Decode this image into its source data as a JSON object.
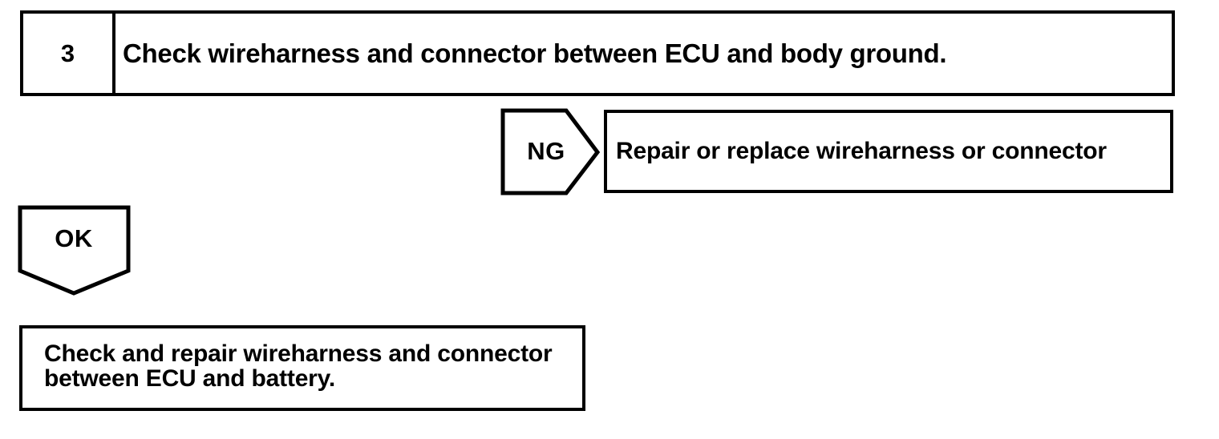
{
  "flowchart": {
    "step": {
      "number": "3",
      "instruction": "Check wireharness and connector between ECU and body ground."
    },
    "ng_branch": {
      "label": "NG",
      "action": "Repair or replace wireharness or connector"
    },
    "ok_branch": {
      "label": "OK",
      "action_line1": "Check and repair wireharness and connector",
      "action_line2": "between ECU and battery."
    },
    "colors": {
      "line": "#000000",
      "background": "#ffffff"
    }
  }
}
